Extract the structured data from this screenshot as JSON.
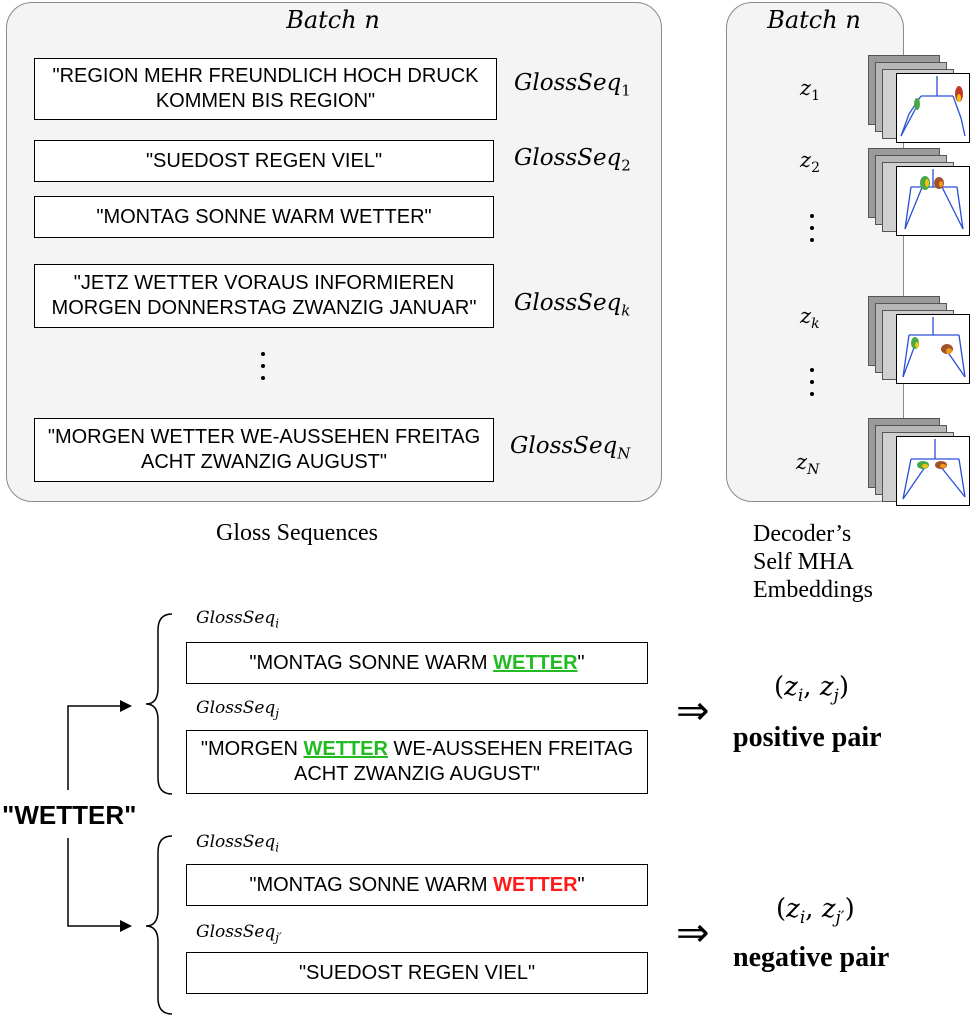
{
  "left_panel": {
    "title": "Batch n",
    "sequences": [
      {
        "text": "\"REGION MEHR FREUNDLICH HOCH DRUCK KOMMEN BIS REGION\"",
        "label": "GlossSeq",
        "sub": "1"
      },
      {
        "text": "\"SUEDOST REGEN VIEL\"",
        "label": "GlossSeq",
        "sub": "2"
      },
      {
        "text": "\"MONTAG SONNE WARM WETTER\"",
        "label": "",
        "sub": ""
      },
      {
        "text": "\"JETZ WETTER VORAUS INFORMIEREN MORGEN DONNERSTAG ZWANZIG JANUAR\"",
        "label": "GlossSeq",
        "sub": "k"
      },
      {
        "text": "\"MORGEN WETTER WE-AUSSEHEN FREITAG ACHT ZWANZIG AUGUST\"",
        "label": "GlossSeq",
        "sub": "N"
      }
    ],
    "caption": "Gloss Sequences"
  },
  "right_panel": {
    "title": "Batch n",
    "embeddings": [
      {
        "var": "z",
        "sub": "1"
      },
      {
        "var": "z",
        "sub": "2"
      },
      {
        "var": "z",
        "sub": "k"
      },
      {
        "var": "z",
        "sub": "N"
      }
    ],
    "caption_lines": [
      "Decoder’s",
      "Self MHA",
      "Embeddings"
    ]
  },
  "keyword": "\"WETTER\"",
  "positive": {
    "label_i": {
      "var": "GlossSeq",
      "sub": "i"
    },
    "label_j": {
      "var": "GlossSeq",
      "sub": "j"
    },
    "seq_i_before": "\"MONTAG SONNE WARM ",
    "seq_i_word": "WETTER",
    "seq_i_after": "\"",
    "seq_j_before": "\"MORGEN ",
    "seq_j_word": "WETTER",
    "seq_j_after": " WE-AUSSEHEN FREITAG ACHT ZWANZIG AUGUST\"",
    "pair_open": "(",
    "pair_a": "z",
    "pair_a_sub": "i",
    "pair_sep": ", ",
    "pair_b": "z",
    "pair_b_sub": "j",
    "pair_close": ")",
    "pair_text": "positive pair",
    "implies": "⇒"
  },
  "negative": {
    "label_i": {
      "var": "GlossSeq",
      "sub": "i"
    },
    "label_j": {
      "var": "GlossSeq",
      "sub": "j′"
    },
    "seq_i_before": "\"MONTAG SONNE WARM ",
    "seq_i_word": "WETTER",
    "seq_i_after": "\"",
    "seq_j": "\"SUEDOST REGEN VIEL\"",
    "pair_open": "(",
    "pair_a": "z",
    "pair_a_sub": "i",
    "pair_sep": ", ",
    "pair_b": "z",
    "pair_b_sub": "j′",
    "pair_close": ")",
    "pair_text": "negative pair",
    "implies": "⇒"
  },
  "colors": {
    "positive_word": "#22bb22",
    "negative_word": "#ff1a1a",
    "panel_bg": "#f4f4f4",
    "skeleton_line": "#2a4fd6"
  },
  "icons": [
    "pose-skeleton-icon",
    "brace-icon",
    "arrow-icon"
  ]
}
